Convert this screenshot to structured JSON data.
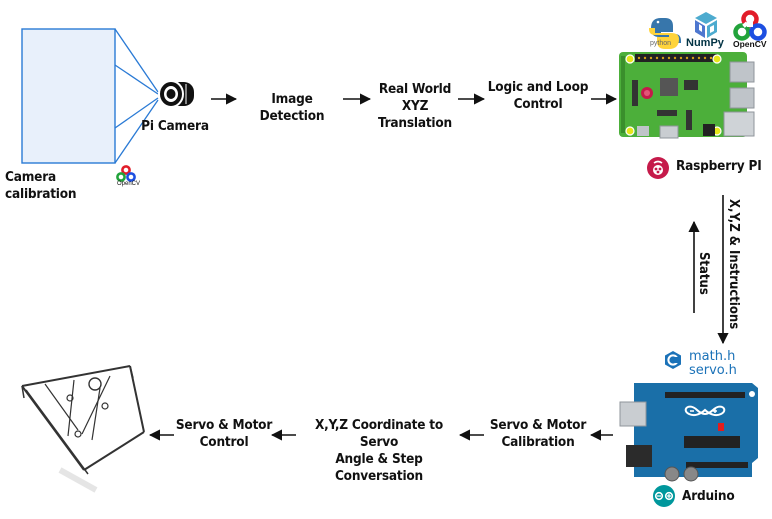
{
  "top_flow": {
    "camera_calibration": "Camera calibration",
    "pi_camera": "Pi Camera",
    "image_detection": "Image Detection",
    "xyz_translation_line1": "Real World XYZ",
    "xyz_translation_line2": "Translation",
    "logic_line1": "Logic and Loop",
    "logic_line2": "Control",
    "raspberry": "Raspberry PI"
  },
  "logos": {
    "python": "python",
    "numpy": "NumPy",
    "opencv": "OpenCV",
    "opencv_small": "OpenCV"
  },
  "vertical": {
    "down_label": "X,Y,Z & Instructions",
    "up_label": "Status"
  },
  "libraries": {
    "math": "math.h",
    "servo": "servo.h"
  },
  "bottom_flow": {
    "servo_calib_line1": "Servo & Motor",
    "servo_calib_line2": "Calibration",
    "coord_line1": "X,Y,Z Coordinate to Servo",
    "coord_line2": "Angle & Step Conversation",
    "servo_ctrl_line1": "Servo & Motor",
    "servo_ctrl_line2": "Control",
    "arduino": "Arduino"
  },
  "colors": {
    "calib_fill": "#e8f0fb",
    "calib_stroke": "#2a7ad5",
    "rpi_green": "#4caf3a",
    "rpi_red": "#c51a4a",
    "arduino_blue": "#1a6fa8",
    "arduino_teal": "#00979c",
    "c_blue": "#1b72b8"
  },
  "icons": [
    "camera-lens-icon",
    "raspberry-icon",
    "arduino-icon",
    "c-language-icon",
    "python-icon",
    "numpy-icon",
    "opencv-icon",
    "delta-robot-icon"
  ]
}
